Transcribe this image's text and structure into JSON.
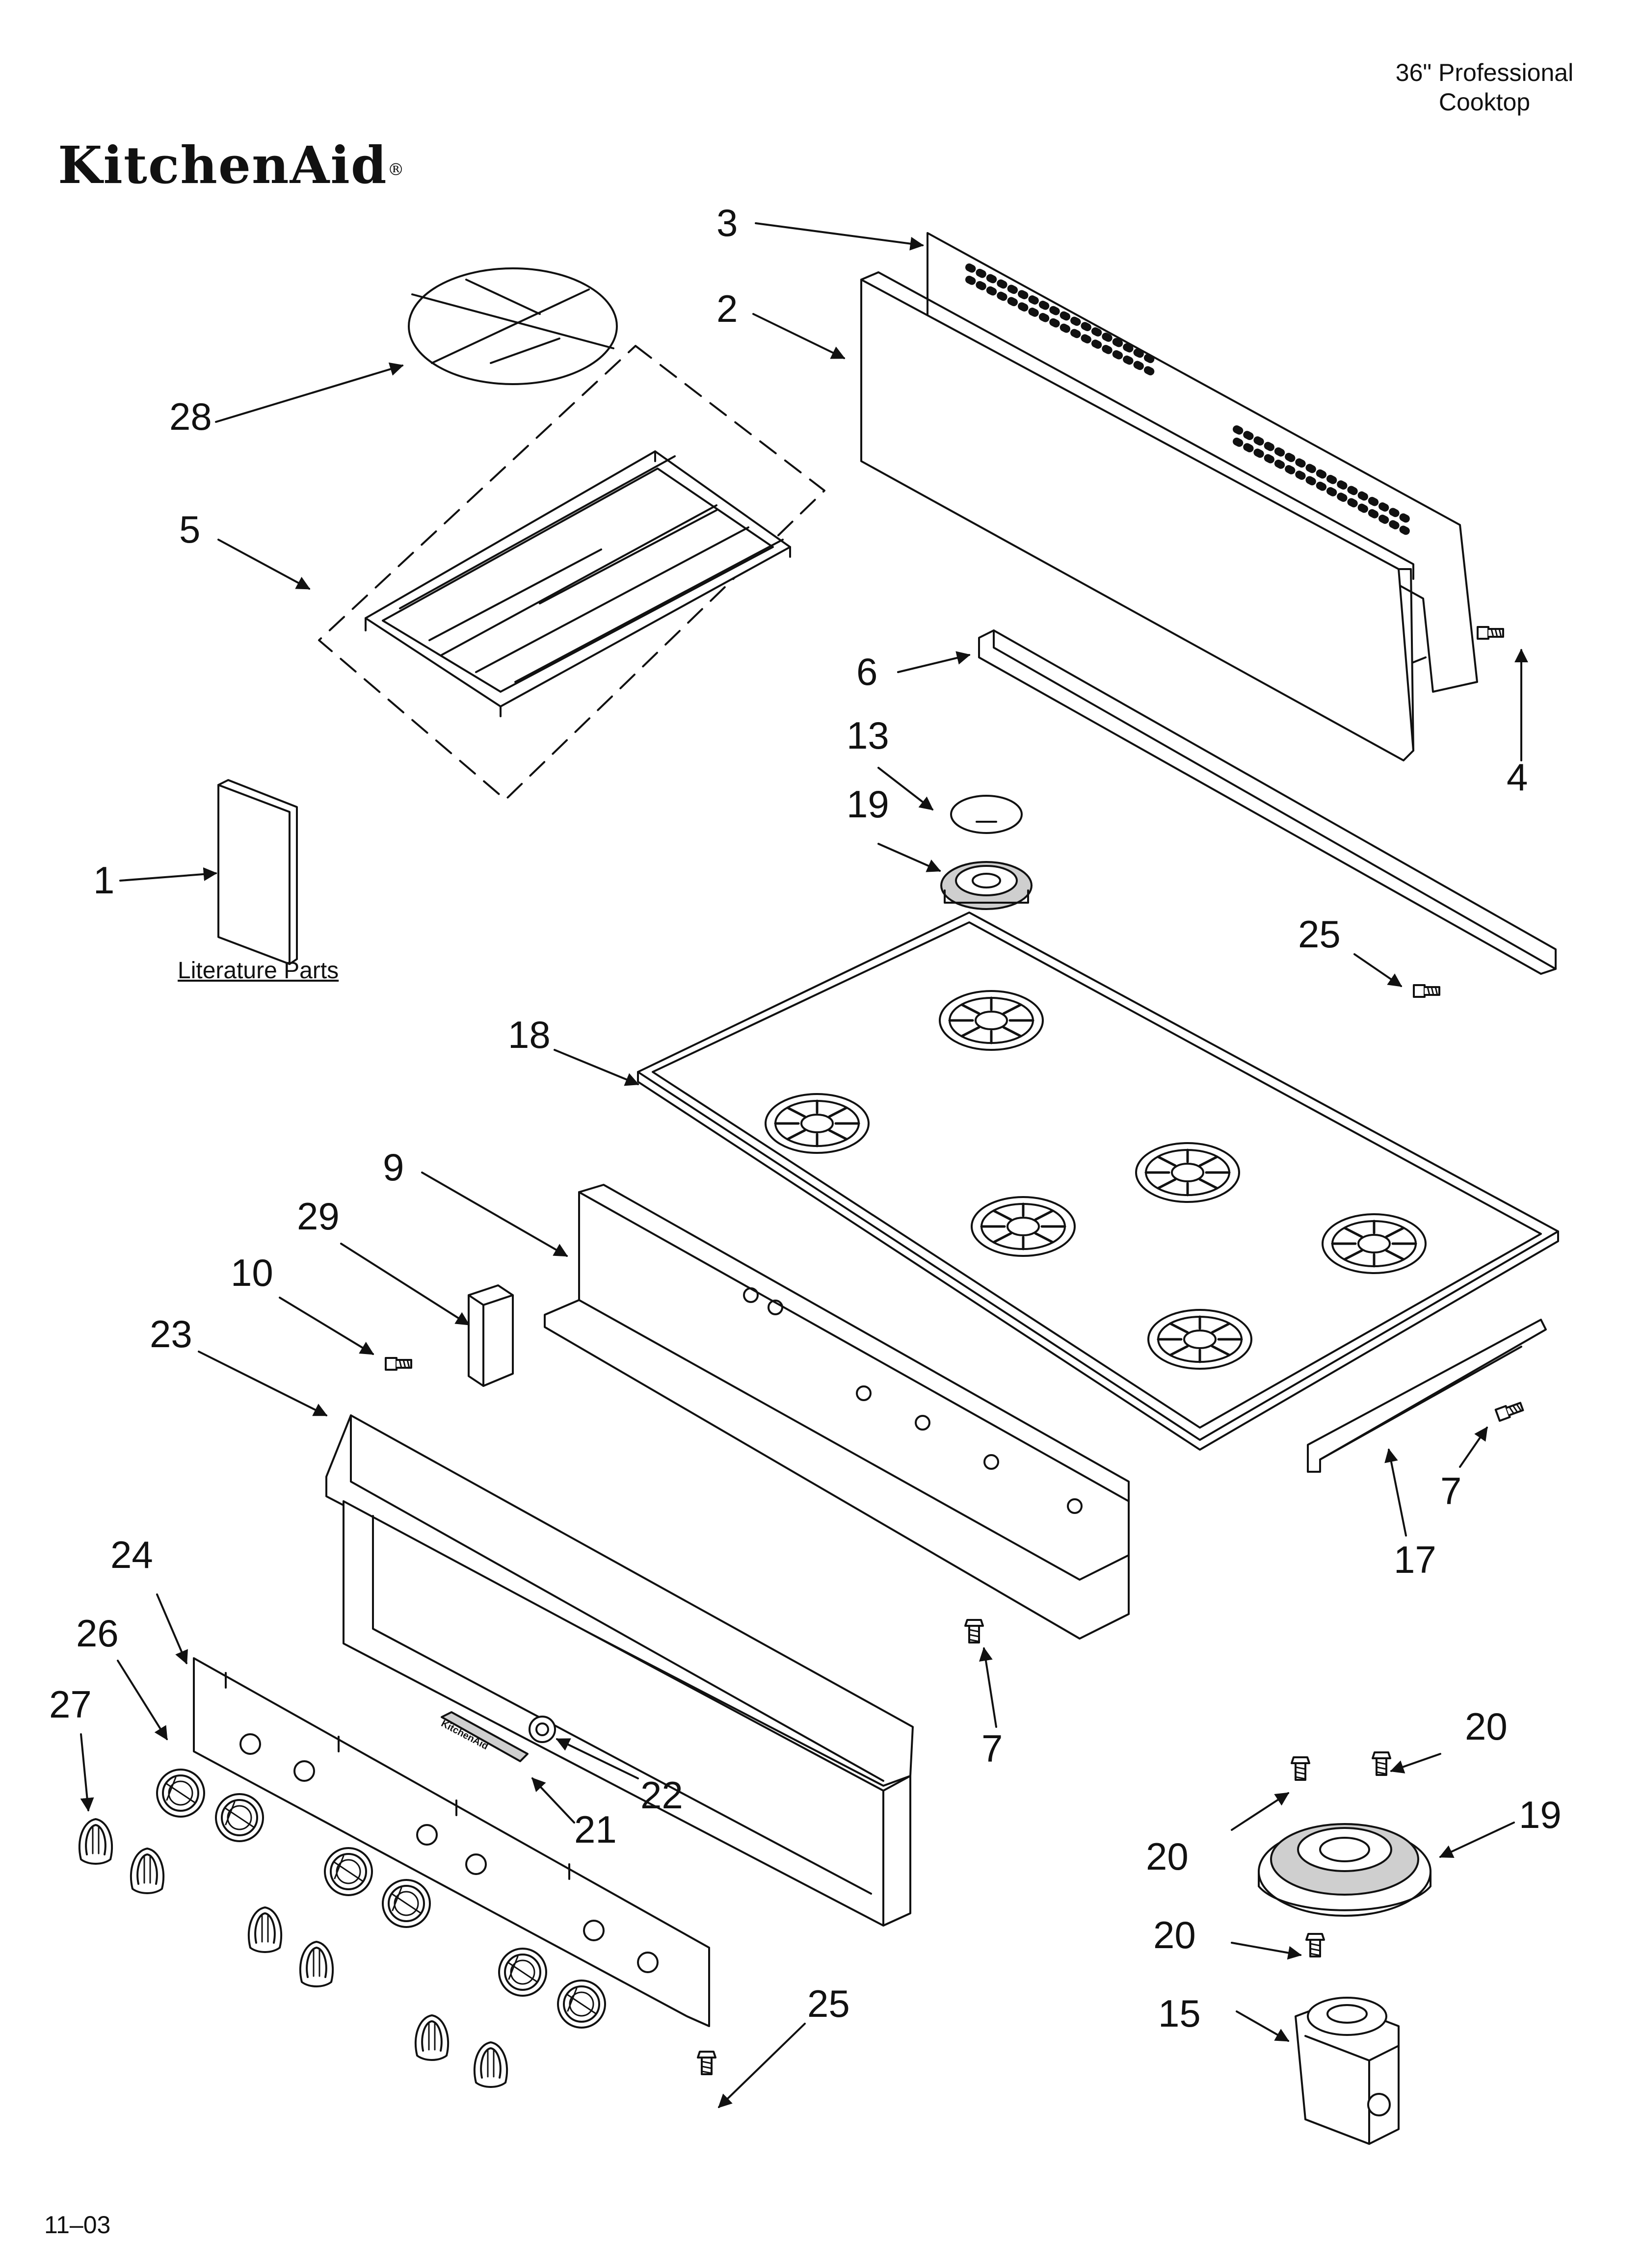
{
  "header": {
    "subtitle_line1": "36\" Professional",
    "subtitle_line2": "Cooktop",
    "brand": "KitchenAid",
    "brand_mark": "®"
  },
  "literature_label": "Literature Parts",
  "footer": {
    "date_code": "11–03"
  },
  "callouts": {
    "c1": "1",
    "c2": "2",
    "c3": "3",
    "c4": "4",
    "c5": "5",
    "c6": "6",
    "c7a": "7",
    "c7b": "7",
    "c9": "9",
    "c10": "10",
    "c13": "13",
    "c15": "15",
    "c17": "17",
    "c18": "18",
    "c19a": "19",
    "c19b": "19",
    "c20a": "20",
    "c20b": "20",
    "c20c": "20",
    "c21": "21",
    "c22": "22",
    "c23": "23",
    "c24": "24",
    "c25a": "25",
    "c25b": "25",
    "c26": "26",
    "c27": "27",
    "c28": "28",
    "c29": "29"
  },
  "badge_text": "KitchenAid",
  "colors": {
    "line": "#111111",
    "fill": "#ffffff",
    "shade": "#cfcfcf"
  }
}
